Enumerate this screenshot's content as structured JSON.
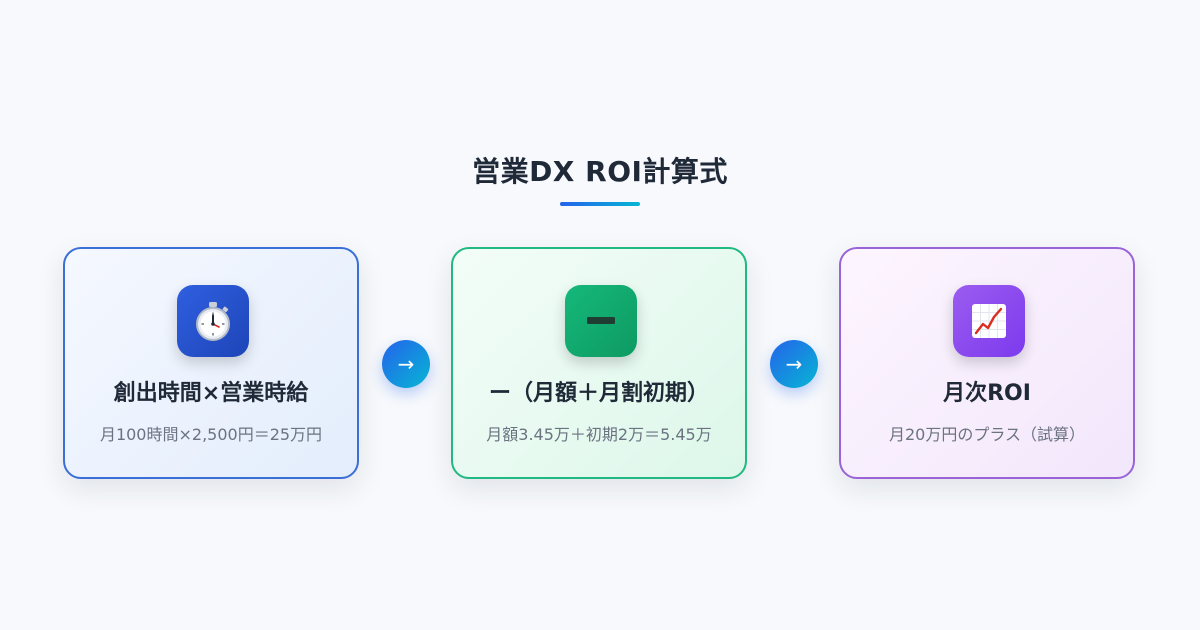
{
  "title": "営業DX ROI計算式",
  "arrow_glyph": "→",
  "cards": [
    {
      "icon": "stopwatch-icon",
      "title": "創出時間×営業時給",
      "subtitle": "月100時間×2,500円＝25万円",
      "accent": "#3b6fd8"
    },
    {
      "icon": "minus-icon",
      "title": "ー（月額＋月割初期）",
      "subtitle": "月額3.45万＋初期2万＝5.45万",
      "accent": "#1fb981"
    },
    {
      "icon": "chart-increasing-icon",
      "title": "月次ROI",
      "subtitle": "月20万円のプラス（試算）",
      "accent": "#9a64d8"
    }
  ]
}
